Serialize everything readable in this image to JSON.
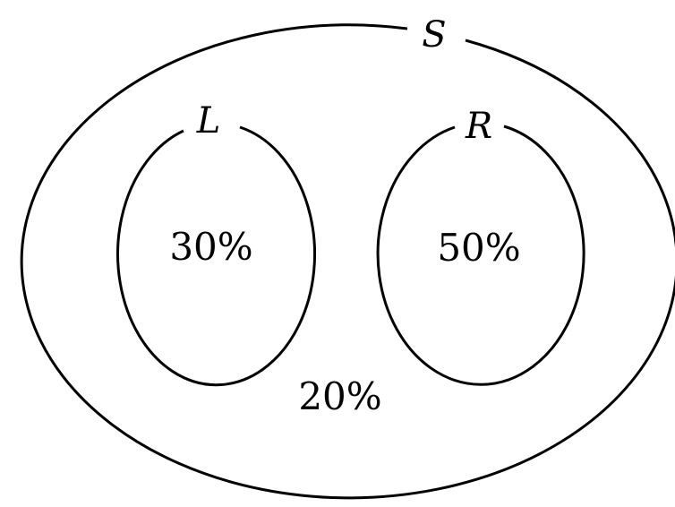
{
  "diagram": {
    "sets": [
      {
        "id": "S",
        "label": "S",
        "role": "universal"
      },
      {
        "id": "L",
        "label": "L",
        "role": "subset"
      },
      {
        "id": "R",
        "label": "R",
        "role": "subset"
      }
    ],
    "regions": [
      {
        "set": "L",
        "value": "30%"
      },
      {
        "set": "R",
        "value": "50%"
      },
      {
        "set": "S only",
        "value": "20%"
      }
    ],
    "colors": {
      "stroke": "#000000",
      "background": "#ffffff"
    }
  }
}
